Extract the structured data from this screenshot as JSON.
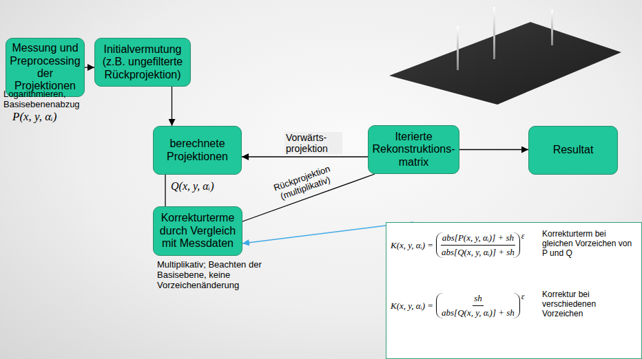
{
  "diagram": {
    "nodes": [
      {
        "text": [
          "Messung und Preprocessing der Projektionen"
        ]
      },
      {
        "text": [
          "Initialvermutung (z.B. ungefilterte Rückprojektion)"
        ]
      },
      {
        "text": [
          "berechnete Projektionen"
        ]
      },
      {
        "text": [
          "Iterierte Rekonstruktions- matrix"
        ]
      },
      {
        "text": [
          "Resultat"
        ]
      },
      {
        "text": [
          "Korrekturterme durch Vergleich mit Messdaten"
        ]
      },
      {
        "text": [
          "K(x, y, αᵢ) =",
          "abs[P(x, y, αᵢ)] + sh",
          "abs[Q(x, y, αᵢ)] + sh",
          "ε",
          "Korrekturterm bei gleichen Vorzeichen von P und Q",
          "K(x, y, αᵢ) =",
          "sh",
          "abs[Q(x, y, αᵢ)] + sh",
          "ε",
          "Korrektur bei verschiedenen Vorzeichen"
        ]
      }
    ],
    "edges": [
      {
        "from": 0,
        "to": 1,
        "arrow": "to"
      },
      {
        "from": 1,
        "to": 2,
        "arrow": "to"
      },
      {
        "from": 3,
        "to": 2,
        "label": "Vorwärts- projektion",
        "arrow": "to"
      },
      {
        "from": 2,
        "to": 5,
        "arrow": "none"
      },
      {
        "from": 5,
        "to": 3,
        "label": "Rückprojektion (multiplikativ)",
        "arrow": "none"
      },
      {
        "from": 3,
        "to": 4,
        "arrow": "to"
      },
      {
        "from": 6,
        "to": 5,
        "arrow": "to"
      }
    ],
    "labels": [
      "Logarithmieren, Basisebenenabzug",
      "P(x, y, αᵢ)",
      "Q(x, y, αᵢ)",
      "Multiplikativ; Beachten der Basisebene, keine Vorzeichenänderung"
    ]
  }
}
